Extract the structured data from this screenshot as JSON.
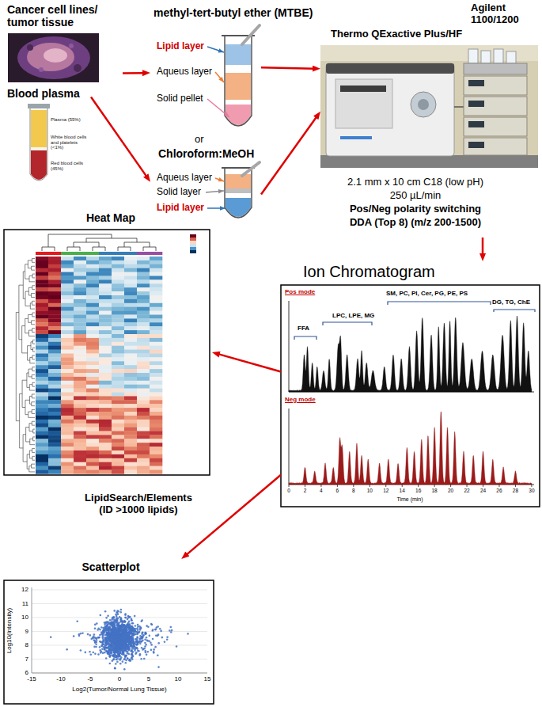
{
  "diagram": {
    "nodes": [
      {
        "text": [
          "Cancer cell lines/ tumor tissue"
        ]
      },
      {
        "text": [
          "Blood plasma"
        ]
      },
      {
        "text": [
          "methyl-tert-butyl ether (MTBE)"
        ]
      },
      {
        "text": [
          "Chloroform:MeOH"
        ]
      },
      {
        "text": [
          "Thermo QExactive Plus/HF",
          "Agilent 1100/1200",
          "2.1 mm x 10 cm C18 (low pH)",
          "250 µL/min",
          "Pos/Neg polarity switching",
          "DDA (Top 8) (m/z 200-1500)"
        ]
      },
      {
        "text": [
          "Ion Chromatogram"
        ]
      },
      {
        "text": [
          "Heat Map"
        ]
      },
      {
        "text": [
          "Scatterplot"
        ]
      }
    ],
    "edges": [
      {
        "from": 0,
        "to": 2,
        "arrow": "to"
      },
      {
        "from": 1,
        "to": 3,
        "arrow": "to"
      },
      {
        "from": 2,
        "to": 4,
        "arrow": "to"
      },
      {
        "from": 3,
        "to": 4,
        "arrow": "to"
      },
      {
        "from": 4,
        "to": 5,
        "arrow": "to"
      },
      {
        "from": 5,
        "to": 6,
        "arrow": "to"
      },
      {
        "from": 5,
        "to": 7,
        "label": "LipidSearch/Elements (ID >1000 lipids)",
        "arrow": "to"
      }
    ],
    "labels": [
      "Lipid layer",
      "Aqueus layer",
      "Solid pellet",
      "or",
      "Aqueus layer",
      "Solid layer",
      "Lipid layer",
      "Plasma (55%)",
      "White blood cells and platelets (<1%)",
      "Red blood cells (45%)",
      "Pos mode",
      "FFA",
      "LPC, LPE, MG",
      "SM, PC, PI, Cer, PG, PE, PS",
      "DG, TG, ChE",
      "Neg mode",
      "Time (min)",
      "0",
      "2",
      "4",
      "6",
      "8",
      "10",
      "12",
      "14",
      "16",
      "18",
      "20",
      "22",
      "24",
      "26",
      "28",
      "30",
      "12",
      "11",
      "10",
      "9",
      "8",
      "7",
      "6",
      "-15",
      "-10",
      "-5",
      "0",
      "5",
      "10",
      "15",
      "Log10(Intensity)",
      "Log2(Tumor/Normal Lung Tissue)"
    ]
  }
}
